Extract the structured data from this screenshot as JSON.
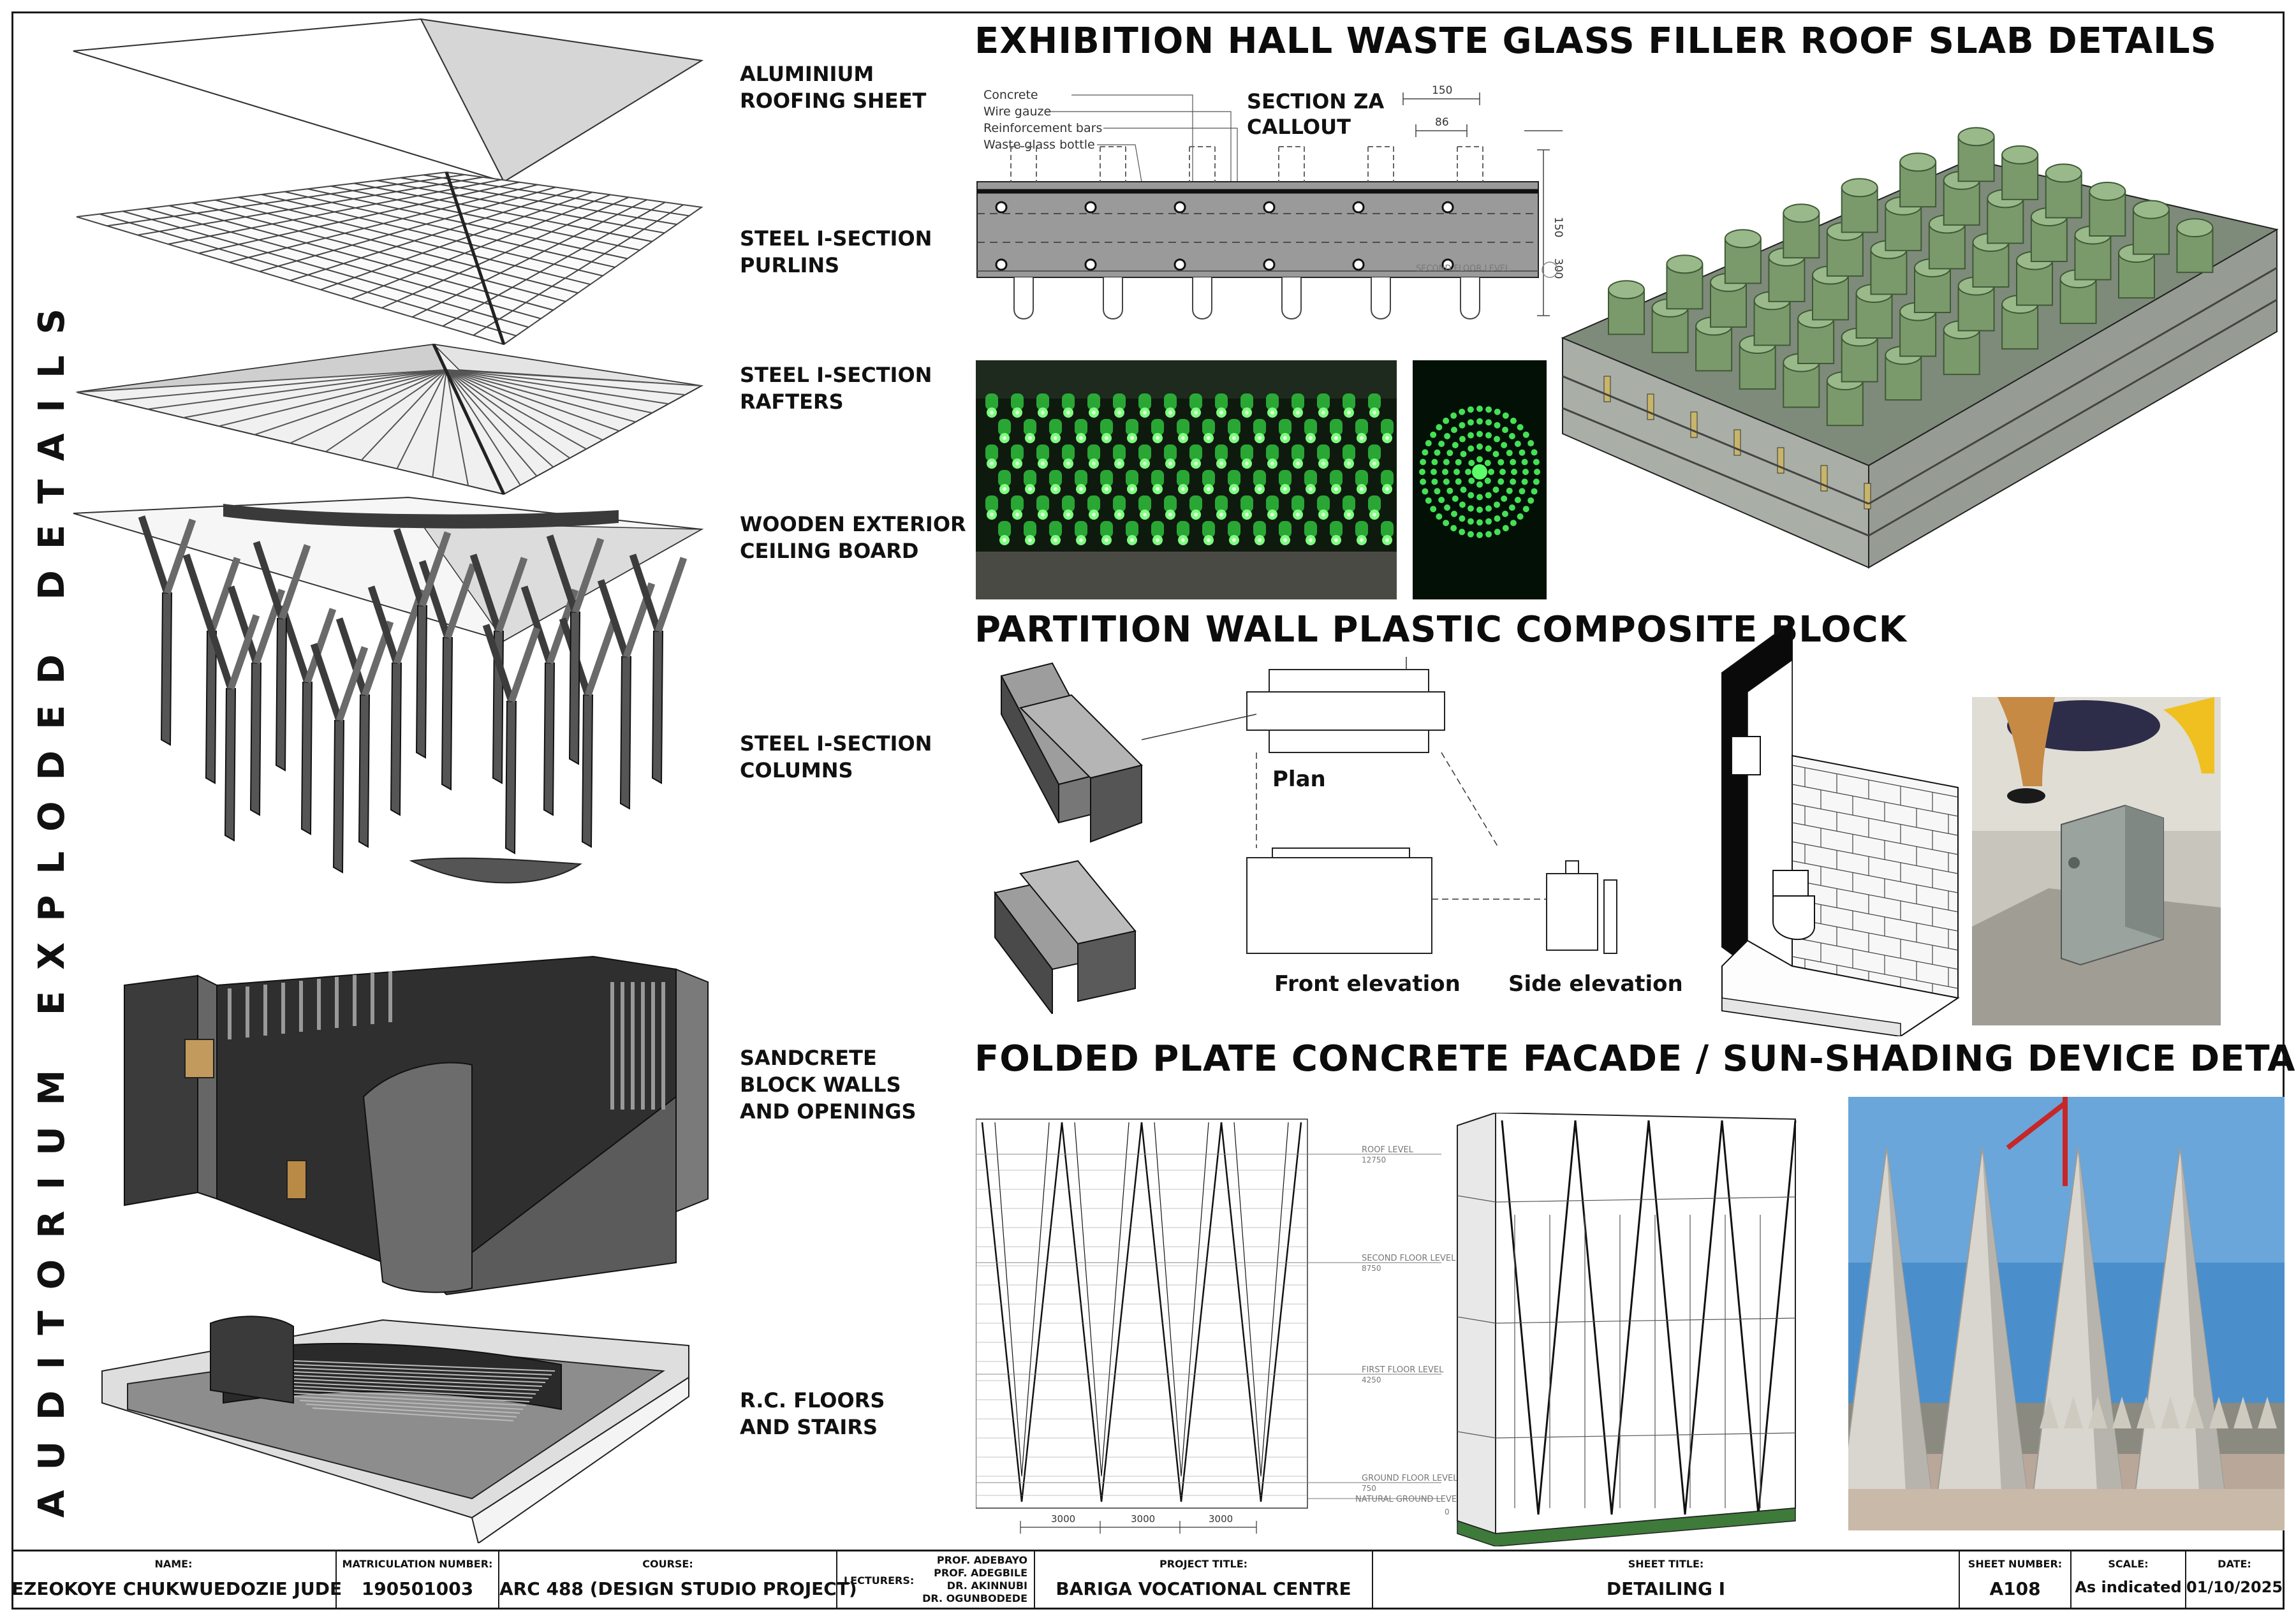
{
  "sheet_vertical_title": "AUDITORIUM   EXPLODED   DETAILS",
  "exploded_layers": [
    "ALUMINIUM\nROOFING SHEET",
    "STEEL I-SECTION\nPURLINS",
    "STEEL I-SECTION\nRAFTERS",
    "WOODEN EXTERIOR\nCEILING BOARD",
    "STEEL I-SECTION\nCOLUMNS",
    "SANDCRETE\nBLOCK WALLS\nAND OPENINGS",
    "R.C. FLOORS\nAND STAIRS"
  ],
  "roof_slab": {
    "title": "EXHIBITION HALL WASTE GLASS FILLER ROOF SLAB DETAILS",
    "callout": "SECTION ZA\nCALLOUT",
    "legend": [
      "Concrete",
      "Wire gauze",
      "Reinforcement bars",
      "Waste glass bottle"
    ],
    "dims": [
      "150",
      "86",
      "150",
      "300"
    ],
    "level": "SECOND FLOOR LEVEL"
  },
  "partition": {
    "title": "PARTITION WALL PLASTIC COMPOSITE BLOCK",
    "plan": "Plan",
    "front": "Front elevation",
    "side": "Side elevation"
  },
  "facade": {
    "title": "FOLDED PLATE CONCRETE FACADE / SUN-SHADING DEVICE DETAILING",
    "levels": [
      "ROOF LEVEL",
      "SECOND FLOOR LEVEL",
      "FIRST FLOOR LEVEL",
      "GROUND FLOOR LEVEL",
      "NATURAL GROUND LEVEL"
    ],
    "level_values": [
      "12750",
      "8750",
      "4250",
      "750",
      "0"
    ],
    "dims": [
      "3000",
      "3000",
      "3000"
    ]
  },
  "title_block": {
    "name_label": "NAME:",
    "name": "EZEOKOYE CHUKWUEDOZIE JUDE",
    "matric_label": "MATRICULATION NUMBER:",
    "matric": "190501003",
    "course_label": "COURSE:",
    "course": "ARC 488 (DESIGN STUDIO PROJECT)",
    "lecturers_label": "LECTURERS:",
    "lecturers": [
      "PROF. ADEBAYO",
      "PROF. ADEGBILE",
      "DR. AKINNUBI",
      "DR. OGUNBODEDE"
    ],
    "project_label": "PROJECT TITLE:",
    "project": "BARIGA VOCATIONAL CENTRE",
    "sheet_title_label": "SHEET TITLE:",
    "sheet_title": "DETAILING I",
    "sheet_number_label": "SHEET NUMBER:",
    "sheet_number": "A108",
    "scale_label": "SCALE:",
    "scale": "As indicated",
    "date_label": "DATE:",
    "date": "01/10/2025"
  }
}
